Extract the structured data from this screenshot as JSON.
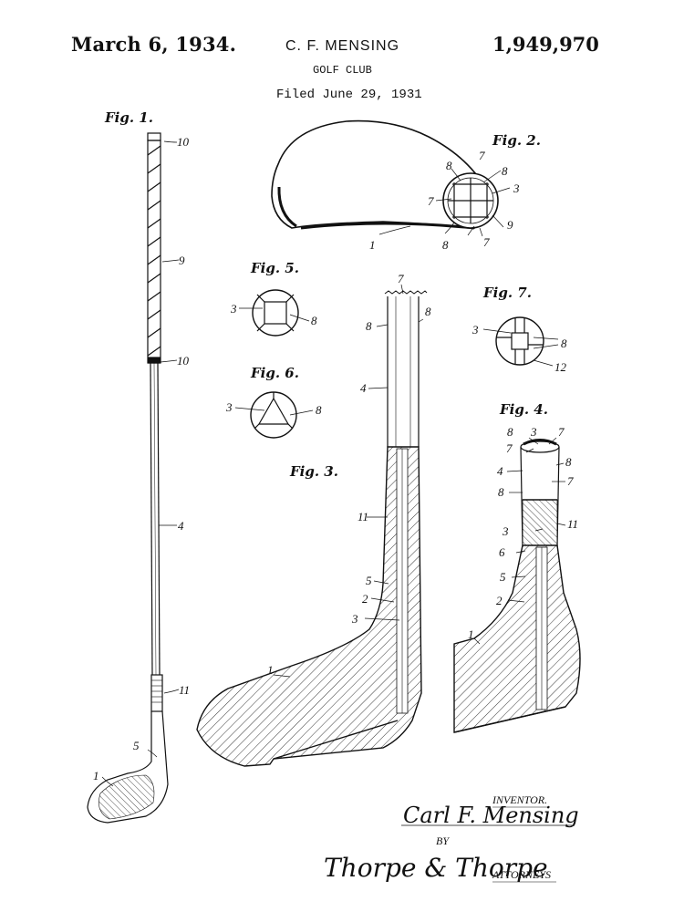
{
  "header": {
    "date": "March 6, 1934.",
    "inventor": "C. F. MENSING",
    "patent_number": "1,949,970",
    "title": "GOLF CLUB",
    "filed": "Filed June 29, 1931"
  },
  "figures": {
    "fig1": "Fig. 1.",
    "fig2": "Fig. 2.",
    "fig3": "Fig. 3.",
    "fig4": "Fig. 4.",
    "fig5": "Fig. 5.",
    "fig6": "Fig. 6.",
    "fig7": "Fig. 7."
  },
  "refs": {
    "r1": "1",
    "r2": "2",
    "r3": "3",
    "r4": "4",
    "r5": "5",
    "r6": "6",
    "r7": "7",
    "r8": "8",
    "r9": "9",
    "r10": "10",
    "r11": "11",
    "r12": "12"
  },
  "signature": {
    "inventor_label": "INVENTOR.",
    "inventor_name": "Carl F. Mensing",
    "by": "BY",
    "attorney_name": "Thorpe & Thorpe",
    "attorneys_label": "ATTORNEYS"
  }
}
